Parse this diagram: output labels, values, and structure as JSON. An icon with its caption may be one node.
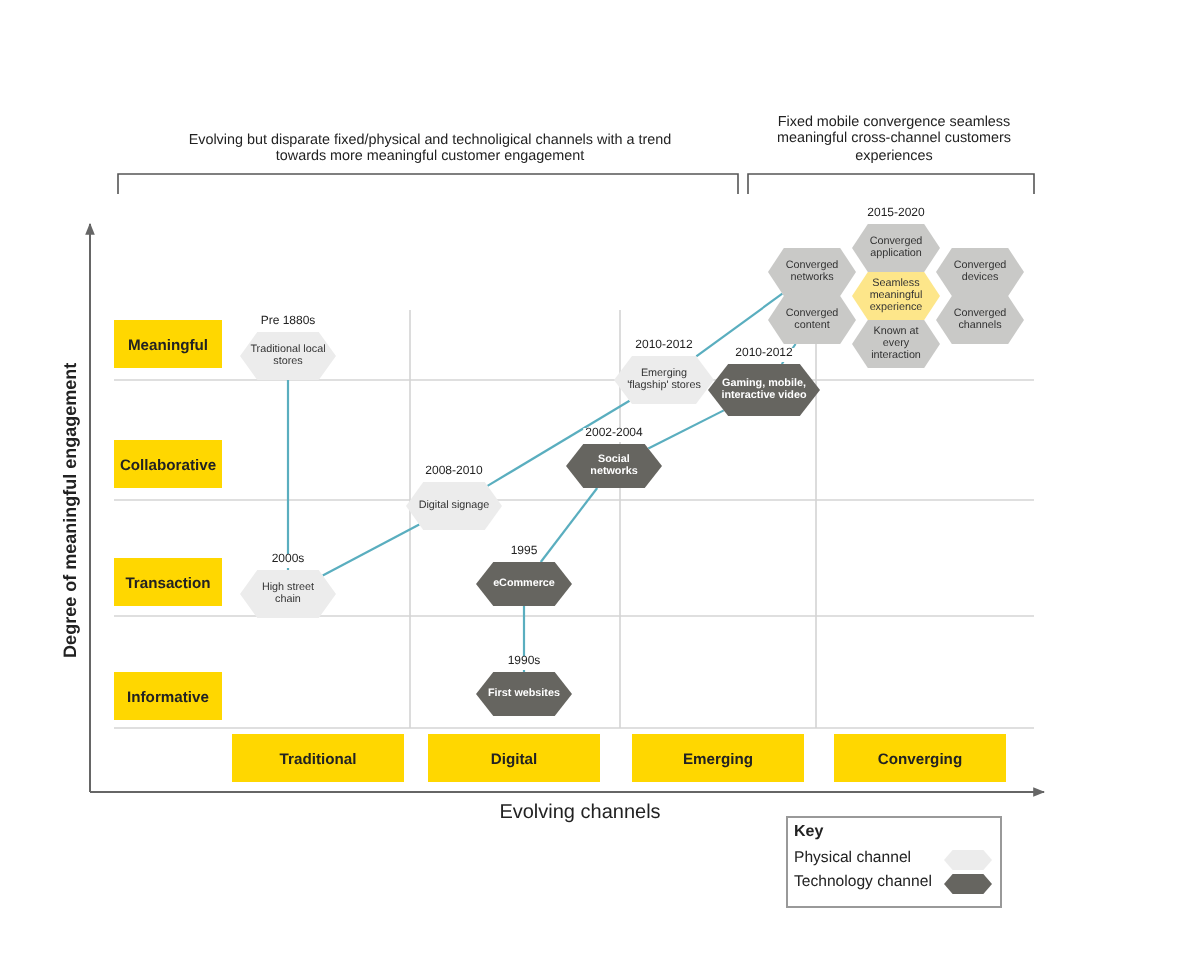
{
  "diagram": {
    "nodes": [
      {
        "text": [
          "Meaningful"
        ]
      },
      {
        "text": [
          "Collaborative"
        ]
      },
      {
        "text": [
          "Transaction"
        ]
      },
      {
        "text": [
          "Informative"
        ]
      },
      {
        "text": [
          "Traditional"
        ]
      },
      {
        "text": [
          "Digital"
        ]
      },
      {
        "text": [
          "Emerging"
        ]
      },
      {
        "text": [
          "Converging"
        ]
      },
      {
        "text": [
          "Traditional local stores"
        ],
        "beside": [
          "Pre 1880s"
        ]
      },
      {
        "text": [
          "High street chain"
        ],
        "beside": [
          "2000s"
        ]
      },
      {
        "text": [
          "Digital signage"
        ],
        "beside": [
          "2008-2010"
        ]
      },
      {
        "text": [
          "Emerging 'flagship' stores"
        ],
        "beside": [
          "2010-2012"
        ]
      },
      {
        "text": [
          "Social networks"
        ],
        "beside": [
          "2002-2004"
        ]
      },
      {
        "text": [
          "eCommerce"
        ],
        "beside": [
          "1995"
        ]
      },
      {
        "text": [
          "First websites"
        ],
        "beside": [
          "1990s"
        ]
      },
      {
        "text": [
          "Gaming, mobile, interactive video"
        ],
        "beside": [
          "2010-2012"
        ]
      },
      {
        "text": [
          "Converged application"
        ],
        "beside": [
          "2015-2020"
        ]
      },
      {
        "text": [
          "Converged networks"
        ]
      },
      {
        "text": [
          "Converged devices"
        ]
      },
      {
        "text": [
          "Seamless meaningful experience"
        ]
      },
      {
        "text": [
          "Converged content"
        ]
      },
      {
        "text": [
          "Converged channels"
        ]
      },
      {
        "text": [
          "Known at every interaction"
        ]
      }
    ],
    "edges": [
      {
        "from": 8,
        "to": 9,
        "arrow": "none"
      },
      {
        "from": 9,
        "to": 10,
        "arrow": "none"
      },
      {
        "from": 10,
        "to": 11,
        "arrow": "none"
      },
      {
        "from": 11,
        "to": 17,
        "arrow": "none"
      },
      {
        "from": 14,
        "to": 13,
        "arrow": "none"
      },
      {
        "from": 13,
        "to": 12,
        "arrow": "none"
      },
      {
        "from": 12,
        "to": 15,
        "arrow": "none"
      },
      {
        "from": 15,
        "to": 20,
        "arrow": "none"
      }
    ],
    "labels": [
      "Evolving but disparate fixed/physical and technoligical channels with a trend towards more meaningful customer engagement",
      "Fixed mobile convergence seamless meaningful cross-channel customers experiences",
      "Degree of meaningful engagement",
      "Evolving channels",
      "Key"
    ],
    "legend": [
      {
        "text": "Physical channel"
      },
      {
        "text": "Technology channel"
      }
    ]
  }
}
